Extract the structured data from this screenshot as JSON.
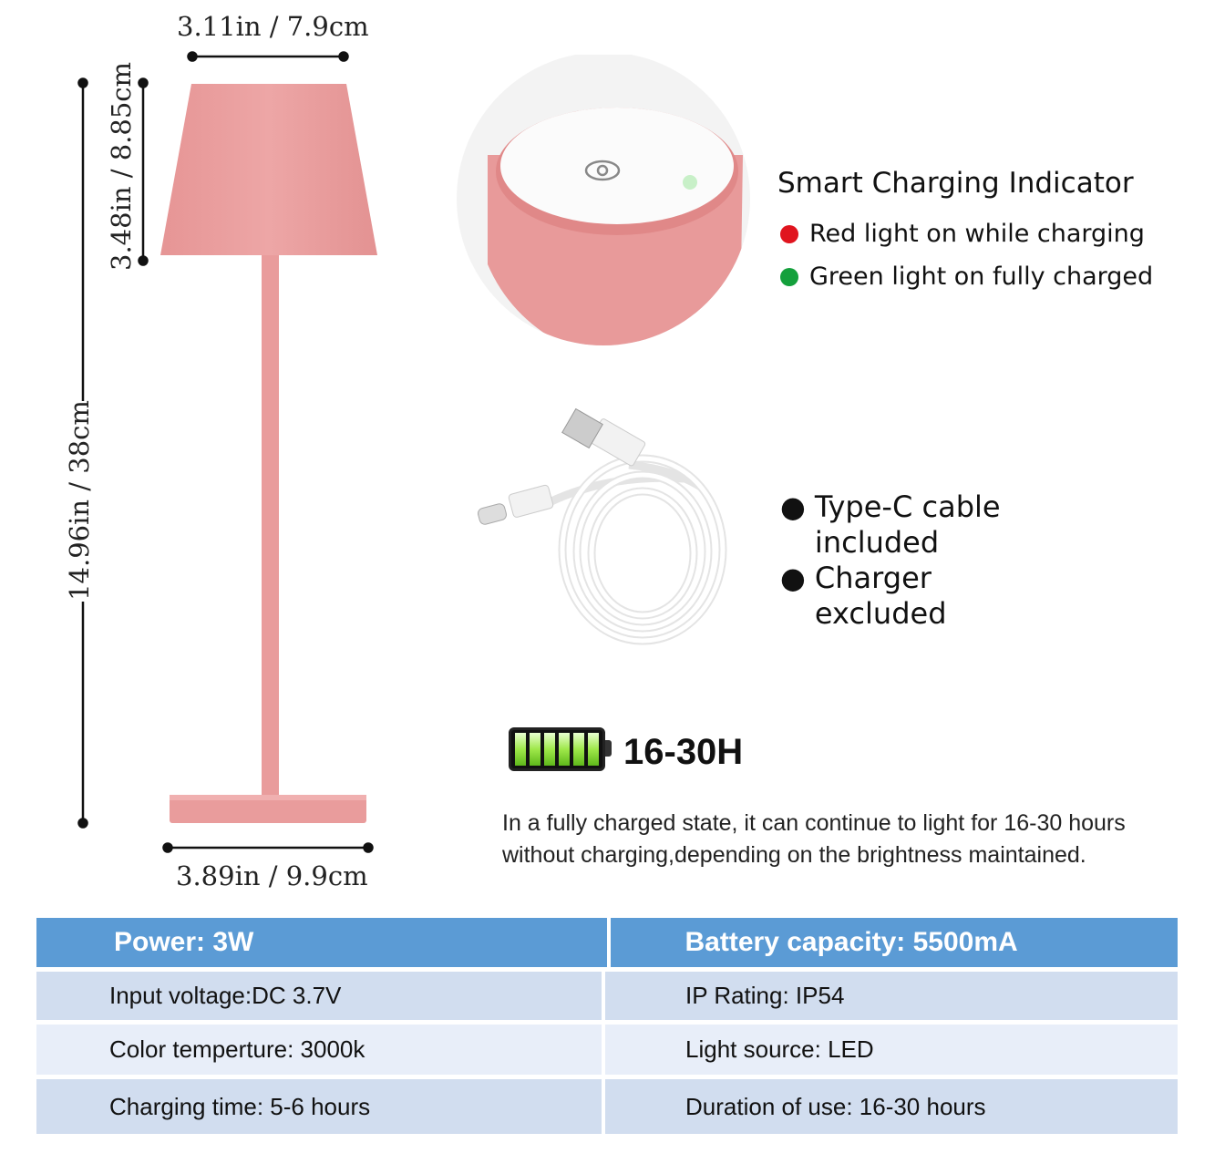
{
  "dimensions": {
    "shade_top_width": "3.11in / 7.9cm",
    "shade_height": "3.48in / 8.85cm",
    "total_height": "14.96in / 38cm",
    "base_width": "3.89in / 9.9cm"
  },
  "indicator": {
    "title": "Smart Charging Indicator",
    "items": [
      {
        "label": "Red light on while charging",
        "color": "#e0141e"
      },
      {
        "label": "Green light on fully charged",
        "color": "#14a03c"
      }
    ]
  },
  "cable": {
    "items": [
      "Type-C cable included",
      "Charger excluded"
    ]
  },
  "battery": {
    "label": "16-30H",
    "description_line1": "In a fully charged state, it can continue to light for 16-30 hours",
    "description_line2": "without charging,depending on the brightness maintained."
  },
  "specs": {
    "header": [
      "Power: 3W",
      "Battery capacity: 5500mA"
    ],
    "rows": [
      [
        "Input voltage:DC 3.7V",
        "IP Rating: IP54"
      ],
      [
        "Color temperture: 3000k",
        "Light source: LED"
      ],
      [
        "Charging time: 5-6 hours",
        "Duration of use: 16-30 hours"
      ]
    ]
  },
  "colors": {
    "lamp": "#e99c9c",
    "header": "#5b9bd5"
  }
}
